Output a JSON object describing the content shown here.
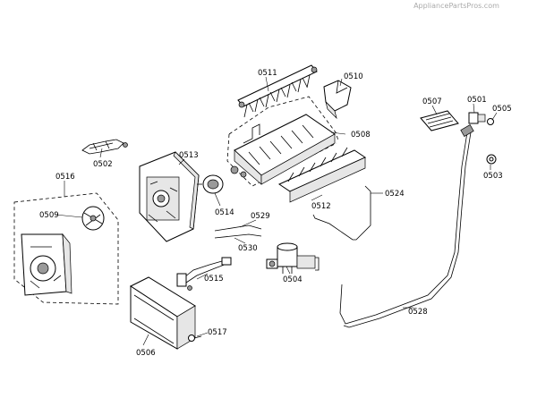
{
  "watermark": "AppliancePartsPros.com",
  "colors": {
    "background": "#ffffff",
    "line": "#000000",
    "shade": "#9a9a9a",
    "watermark": "#aaaaaa"
  },
  "callouts": {
    "c0511": "0511",
    "c0510": "0510",
    "c0508": "0508",
    "c0507": "0507",
    "c0501": "0501",
    "c0505": "0505",
    "c0503": "0503",
    "c0502": "0502",
    "c0513": "0513",
    "c0516": "0516",
    "c0509": "0509",
    "c0514": "0514",
    "c0512": "0512",
    "c0524": "0524",
    "c0529": "0529",
    "c0530": "0530",
    "c0515": "0515",
    "c0504": "0504",
    "c0528": "0528",
    "c0517": "0517",
    "c0506": "0506"
  }
}
